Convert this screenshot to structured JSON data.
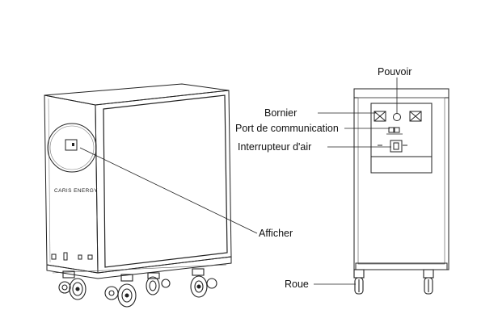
{
  "labels": {
    "power": "Pouvoir",
    "terminal": "Bornier",
    "comm_port": "Port de communication",
    "air_switch": "Interrupteur d'air",
    "display": "Afficher",
    "wheel": "Roue"
  },
  "brand": {
    "name": "CARIS ENERGY",
    "mark": "°"
  },
  "colors": {
    "line": "#222222",
    "panel": "#2a2a2a",
    "background": "#ffffff"
  }
}
